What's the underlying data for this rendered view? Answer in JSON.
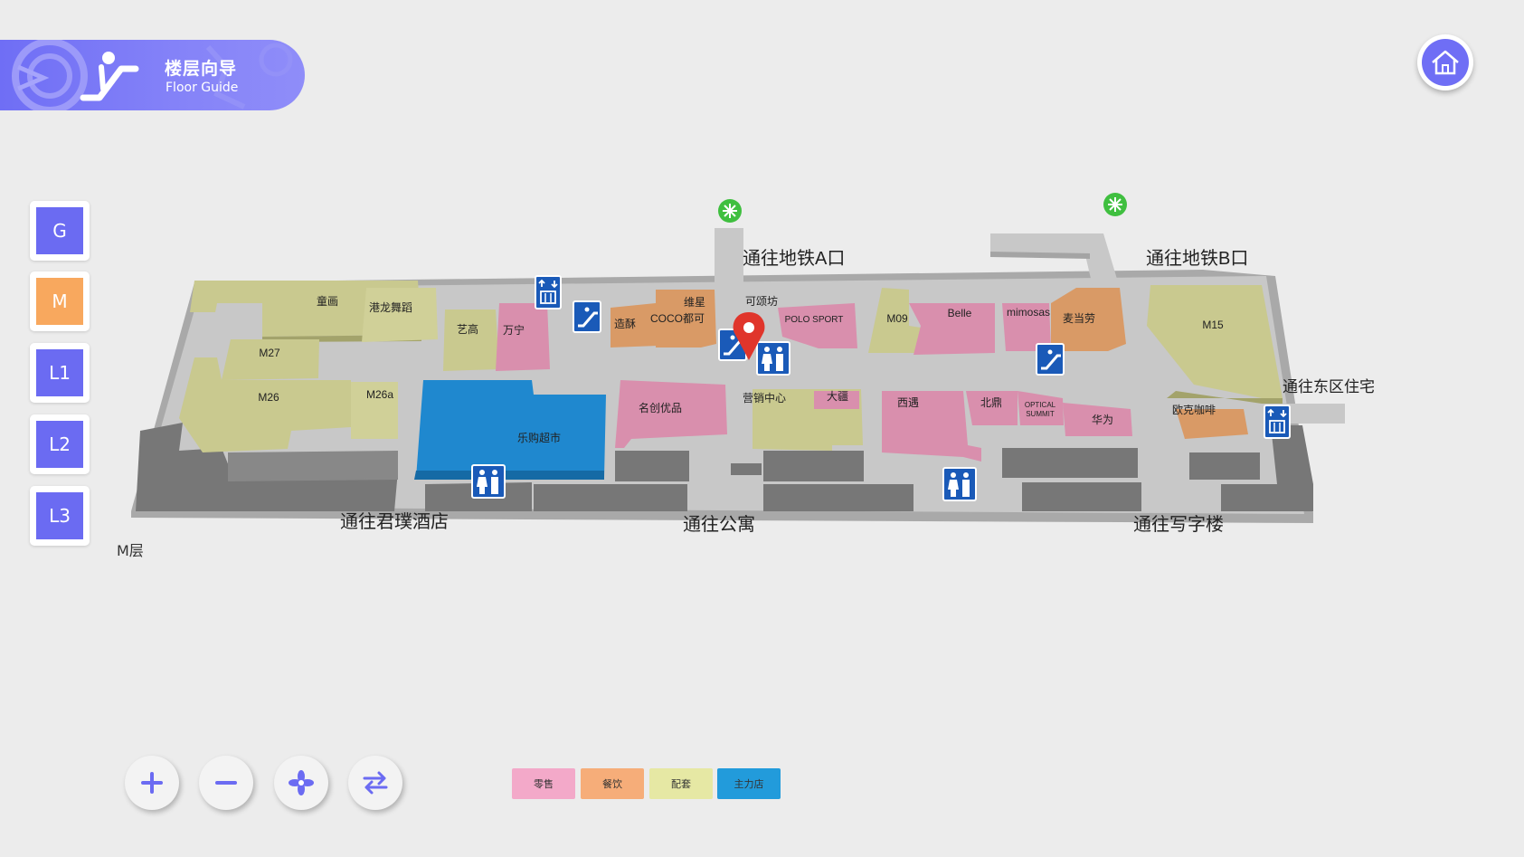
{
  "header": {
    "title_cn": "楼层向导",
    "title_en": "Floor Guide",
    "icon": "escalator-icon"
  },
  "home": {
    "icon": "home-icon"
  },
  "floors": {
    "active": "M",
    "items": [
      "G",
      "M",
      "L1",
      "L2",
      "L3"
    ],
    "current_label": "M层"
  },
  "colors": {
    "accent": "#6b6bf2",
    "active_floor": "#f8a85e",
    "retail": "#d98fad",
    "dining": "#d99a66",
    "support": "#c9c98f",
    "anchor": "#1f88cf",
    "corridor": "#c9c9c9",
    "building": "#7f7f7f"
  },
  "map": {
    "stores": {
      "tonghua": "童画",
      "ganglong": "港龙舞蹈",
      "yigao": "艺高",
      "wanning": "万宁",
      "weixing": "维星",
      "zaosu": "造酥",
      "coco": "COCO都可",
      "kesongfang": "可颂坊",
      "polo": "POLO SPORT",
      "m09": "M09",
      "belle": "Belle",
      "mimosas": "mimosas",
      "mcd": "麦当劳",
      "m15": "M15",
      "m27": "M27",
      "m26": "M26",
      "m26a": "M26a",
      "legou": "乐购超市",
      "mingchuang": "名创优品",
      "yingxiao": "营销中心",
      "dajiang": "大疆",
      "xiyu": "西遇",
      "beiding": "北鼎",
      "optical_1": "OPTICAL",
      "optical_2": "SUMMIT",
      "huawei": "华为",
      "oukecafe": "欧克咖啡"
    },
    "labels": {
      "metro_a": "通往地铁A口",
      "metro_b": "通往地铁B口",
      "east": "通往东区住宅",
      "hotel": "通往君璞酒店",
      "apartment": "通往公寓",
      "office": "通往写字楼"
    },
    "facilities": {
      "metro": "metro-icon",
      "elevator": "elevator-icon",
      "escalator": "escalator-icon",
      "restroom": "restroom-icon",
      "service": "service-icon",
      "location": "location-pin-icon"
    }
  },
  "controls": {
    "zoom_in": "plus-icon",
    "zoom_out": "minus-icon",
    "reset": "pinwheel-icon",
    "switch": "switch-arrows-icon"
  },
  "legend": [
    {
      "label": "零售",
      "color": "#f3a9c9"
    },
    {
      "label": "餐饮",
      "color": "#f6ad79"
    },
    {
      "label": "配套",
      "color": "#e6e8a4"
    },
    {
      "label": "主力店",
      "color": "#229bdb"
    }
  ]
}
